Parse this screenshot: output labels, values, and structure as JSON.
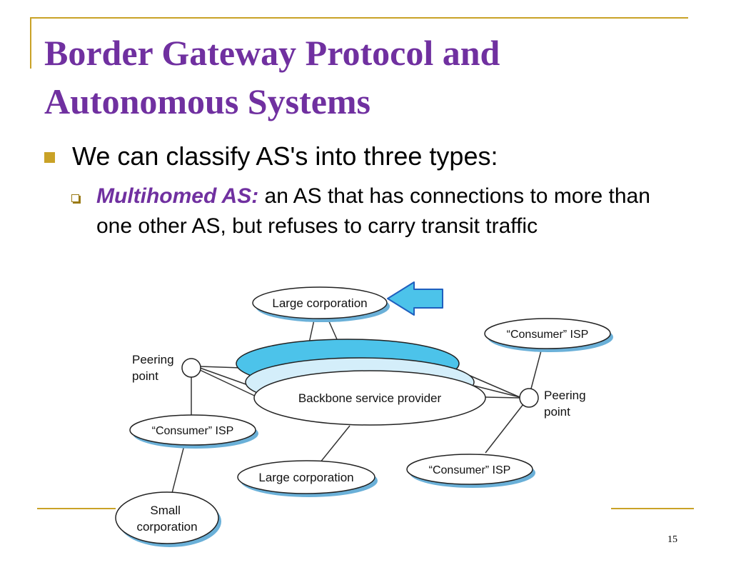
{
  "slide": {
    "title": "Border Gateway Protocol and Autonomous Systems",
    "bullet": "We can classify AS's into three types:",
    "subbullet": {
      "term": "Multihomed AS:",
      "text": " an AS that has connections to more than one other AS, but refuses to carry transit traffic"
    },
    "page_number": "15"
  },
  "diagram": {
    "nodes": {
      "large_corporation_top": "Large corporation",
      "consumer_isp_right_top": "“Consumer” ISP",
      "peering_point_left": "Peering\npoint",
      "peering_point_right": "Peering\npoint",
      "backbone": "Backbone service provider",
      "consumer_isp_left": "“Consumer” ISP",
      "large_corporation_bottom": "Large corporation",
      "consumer_isp_right_bottom": "“Consumer” ISP",
      "small_corporation": "Small\ncorporation"
    },
    "colors": {
      "backbone_dark": "#4cc3ea",
      "backbone_light": "#d4eefa",
      "node_shadow": "#6ab0d8",
      "arrow_fill": "#4cc3ea",
      "arrow_stroke": "#1f5fbf"
    }
  }
}
